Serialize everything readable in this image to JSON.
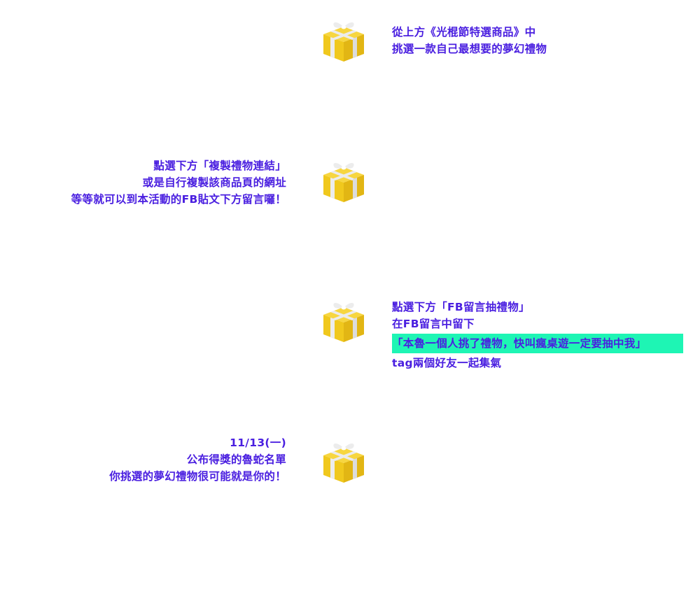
{
  "steps": [
    {
      "lines": [
        "從上方《光棍節特選商品》中",
        "挑選一款自己最想要的夢幻禮物"
      ]
    },
    {
      "lines": [
        "點選下方「複製禮物連結」",
        "或是自行複製該商品頁的網址",
        "等等就可以到本活動的FB貼文下方留言囉！"
      ]
    },
    {
      "lines": [
        "點選下方「FB留言抽禮物」",
        "在FB留言中留下"
      ],
      "highlight": "「本魯一個人挑了禮物，快叫瘋桌遊一定要抽中我」",
      "after": "tag兩個好友一起集氣"
    },
    {
      "lines": [
        "11/13(一)",
        "公布得獎的魯蛇名單",
        "你挑選的夢幻禮物很可能就是你的！"
      ]
    }
  ],
  "colors": {
    "text": "#4a1fe0",
    "highlight": "#1ef5b4",
    "gift_box": "#f2c81e",
    "gift_ribbon": "#ececec"
  },
  "icons": {
    "gift": "gift-icon"
  }
}
